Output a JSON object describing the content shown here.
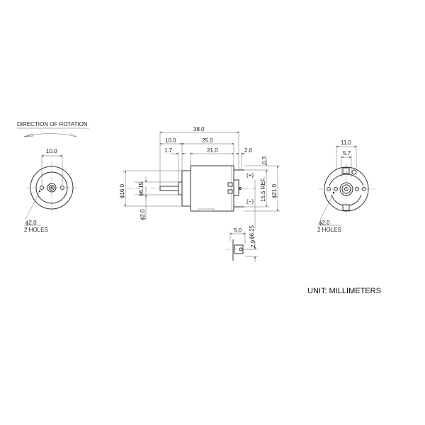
{
  "drawing": {
    "rotation_label": "DIRECTION OF ROTATION",
    "unit_label": "UNIT: MILLIMETERS",
    "front_view": {
      "hole_spacing": "10.0",
      "hole_callout_dia": "ϕ2.0",
      "hole_callout_count": "2 HOLES"
    },
    "side_view": {
      "overall_length": "38.0",
      "shaft_length": "10.0",
      "body_length_with_collar": "25.0",
      "collar_length": "1.7",
      "body_length": "21.0",
      "terminal_length": "2.0",
      "collar_dia": "ϕ16.0",
      "bearing_dia": "ϕ6.15",
      "shaft_dia": "ϕ2.0",
      "terminal_offset": "0.3",
      "terminal_spacing": "15.5 REF.",
      "body_dia": "ϕ21.0",
      "rear_boss_dia": "ϕ6.25",
      "terminal_plus": "(+)",
      "terminal_minus": "(−)"
    },
    "terminal_detail": {
      "width": "5.0",
      "height": "2.9"
    },
    "rear_view": {
      "outer_spacing": "11.0",
      "inner_spacing": "5.7",
      "hole_callout_dia": "ϕ2.0",
      "hole_callout_count": "2 HOLES"
    }
  }
}
